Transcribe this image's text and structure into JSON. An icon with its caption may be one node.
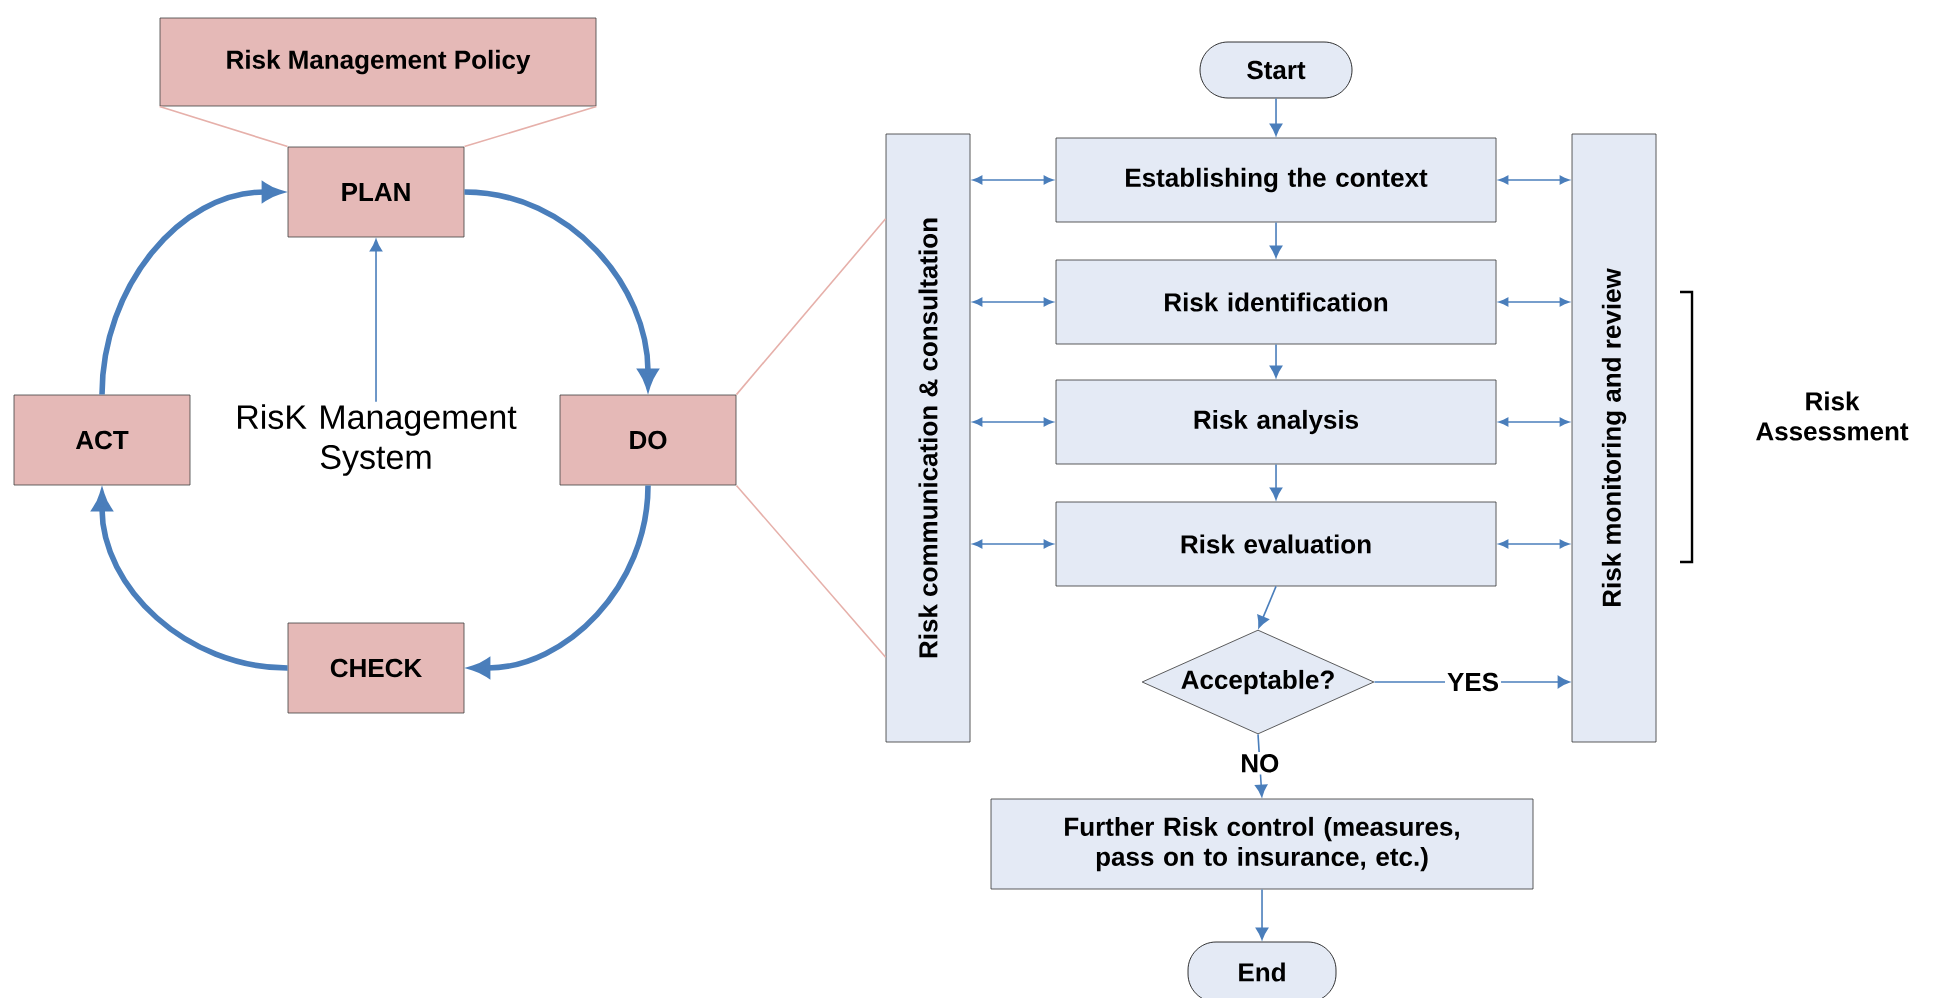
{
  "diagram": {
    "nodes": [
      {
        "text": [
          "Risk Management Policy"
        ]
      },
      {
        "text": [
          "PLAN"
        ]
      },
      {
        "text": [
          "ACT"
        ]
      },
      {
        "text": [
          "DO"
        ]
      },
      {
        "text": [
          "CHECK"
        ]
      },
      {
        "text": [
          "RisK Management System"
        ]
      },
      {
        "text": [
          "Risk communication & consultation"
        ]
      },
      {
        "text": [
          "Start"
        ]
      },
      {
        "text": [
          "Establishing the context"
        ]
      },
      {
        "text": [
          "Risk identification"
        ]
      },
      {
        "text": [
          "Risk analysis"
        ]
      },
      {
        "text": [
          "Risk evaluation"
        ]
      },
      {
        "text": [
          "Risk monitoring and review"
        ]
      },
      {
        "text": [
          "Acceptable?"
        ]
      },
      {
        "text": [
          "Further Risk control (measures, pass on to insurance, etc.)"
        ]
      },
      {
        "text": [
          "End"
        ]
      }
    ],
    "edges": [
      {
        "from": 0,
        "to": 1,
        "arrow": "none",
        "color": "#e6b0aa"
      },
      {
        "from": 0,
        "to": 1,
        "arrow": "none",
        "color": "#e6b0aa"
      },
      {
        "from": 1,
        "to": 3,
        "arrow": "to",
        "style": "thick"
      },
      {
        "from": 3,
        "to": 4,
        "arrow": "to",
        "style": "thick"
      },
      {
        "from": 4,
        "to": 2,
        "arrow": "to",
        "style": "thick"
      },
      {
        "from": 2,
        "to": 1,
        "arrow": "to",
        "style": "thick"
      },
      {
        "from": 5,
        "to": 1,
        "arrow": "to"
      },
      {
        "from": 3,
        "to": 6,
        "arrow": "none",
        "color": "#e6b0aa"
      },
      {
        "from": 3,
        "to": 6,
        "arrow": "none",
        "color": "#e6b0aa"
      },
      {
        "from": 7,
        "to": 8,
        "arrow": "to"
      },
      {
        "from": 8,
        "to": 9,
        "arrow": "to"
      },
      {
        "from": 9,
        "to": 10,
        "arrow": "to"
      },
      {
        "from": 10,
        "to": 11,
        "arrow": "to"
      },
      {
        "from": 11,
        "to": 13,
        "arrow": "to"
      },
      {
        "from": 13,
        "to": 12,
        "arrow": "to",
        "label": "YES"
      },
      {
        "from": 13,
        "to": 14,
        "arrow": "to",
        "label": "NO"
      },
      {
        "from": 14,
        "to": 15,
        "arrow": "to"
      },
      {
        "from": 6,
        "to": 8,
        "arrow": "both"
      },
      {
        "from": 6,
        "to": 9,
        "arrow": "both"
      },
      {
        "from": 6,
        "to": 10,
        "arrow": "both"
      },
      {
        "from": 6,
        "to": 11,
        "arrow": "both"
      },
      {
        "from": 8,
        "to": 12,
        "arrow": "both"
      },
      {
        "from": 9,
        "to": 12,
        "arrow": "both"
      },
      {
        "from": 10,
        "to": 12,
        "arrow": "both"
      },
      {
        "from": 11,
        "to": 12,
        "arrow": "both"
      }
    ],
    "labels": [
      "Risk Assessment"
    ]
  }
}
